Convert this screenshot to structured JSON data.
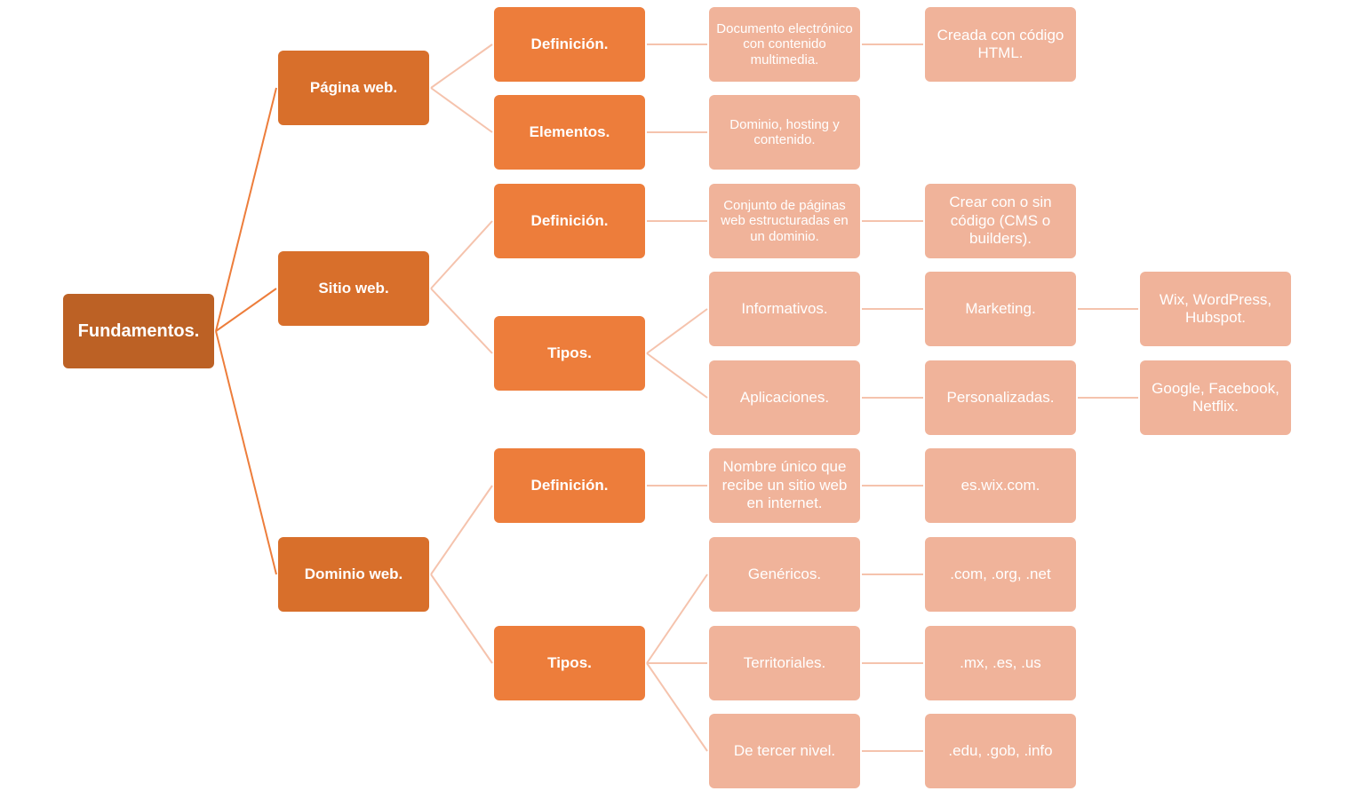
{
  "diagram": {
    "nodes": [
      {
        "id": "n-0",
        "label": "Fundamentos."
      },
      {
        "id": "n-1",
        "label": "Página web."
      },
      {
        "id": "n-2",
        "label": "Sitio web."
      },
      {
        "id": "n-3",
        "label": "Dominio web."
      },
      {
        "id": "n-4",
        "label": "Definición."
      },
      {
        "id": "n-5",
        "label": "Elementos."
      },
      {
        "id": "n-6",
        "label": "Definición."
      },
      {
        "id": "n-7",
        "label": "Tipos."
      },
      {
        "id": "n-8",
        "label": "Definición."
      },
      {
        "id": "n-9",
        "label": "Tipos."
      },
      {
        "id": "n-10",
        "label": "Documento electrónico con contenido multimedia."
      },
      {
        "id": "n-11",
        "label": "Dominio, hosting y contenido."
      },
      {
        "id": "n-12",
        "label": "Conjunto de páginas web estructuradas en un dominio."
      },
      {
        "id": "n-13",
        "label": "Informativos."
      },
      {
        "id": "n-14",
        "label": "Aplicaciones."
      },
      {
        "id": "n-15",
        "label": "Nombre único que recibe un sitio web en internet."
      },
      {
        "id": "n-16",
        "label": "Genéricos."
      },
      {
        "id": "n-17",
        "label": "Territoriales."
      },
      {
        "id": "n-18",
        "label": "De tercer nivel."
      },
      {
        "id": "n-19",
        "label": "Creada con código HTML."
      },
      {
        "id": "n-20",
        "label": "Crear con o sin código (CMS o builders)."
      },
      {
        "id": "n-21",
        "label": "Marketing."
      },
      {
        "id": "n-22",
        "label": "Personalizadas."
      },
      {
        "id": "n-23",
        "label": "es.wix.com."
      },
      {
        "id": "n-24",
        "label": ".com, .org, .net"
      },
      {
        "id": "n-25",
        "label": ".mx, .es, .us"
      },
      {
        "id": "n-26",
        "label": ".edu, .gob, .info"
      },
      {
        "id": "n-27",
        "label": "Wix, WordPress, Hubspot."
      },
      {
        "id": "n-28",
        "label": "Google, Facebook, Netflix."
      }
    ],
    "edges": [
      [
        "n-0",
        "n-1"
      ],
      [
        "n-0",
        "n-2"
      ],
      [
        "n-0",
        "n-3"
      ],
      [
        "n-1",
        "n-4"
      ],
      [
        "n-1",
        "n-5"
      ],
      [
        "n-2",
        "n-6"
      ],
      [
        "n-2",
        "n-7"
      ],
      [
        "n-3",
        "n-8"
      ],
      [
        "n-3",
        "n-9"
      ],
      [
        "n-4",
        "n-10"
      ],
      [
        "n-5",
        "n-11"
      ],
      [
        "n-6",
        "n-12"
      ],
      [
        "n-7",
        "n-13"
      ],
      [
        "n-7",
        "n-14"
      ],
      [
        "n-8",
        "n-15"
      ],
      [
        "n-9",
        "n-16"
      ],
      [
        "n-9",
        "n-17"
      ],
      [
        "n-9",
        "n-18"
      ],
      [
        "n-10",
        "n-19"
      ],
      [
        "n-12",
        "n-20"
      ],
      [
        "n-13",
        "n-21"
      ],
      [
        "n-14",
        "n-22"
      ],
      [
        "n-15",
        "n-23"
      ],
      [
        "n-16",
        "n-24"
      ],
      [
        "n-17",
        "n-25"
      ],
      [
        "n-18",
        "n-26"
      ],
      [
        "n-21",
        "n-27"
      ],
      [
        "n-22",
        "n-28"
      ]
    ],
    "colors": {
      "root": "#bc6125",
      "level1": "#d86f2b",
      "level2": "#ed7d3b",
      "leaf": "#f0b39a",
      "connector_dark": "#ed7d3b",
      "connector_light": "#f5c3ad"
    }
  }
}
